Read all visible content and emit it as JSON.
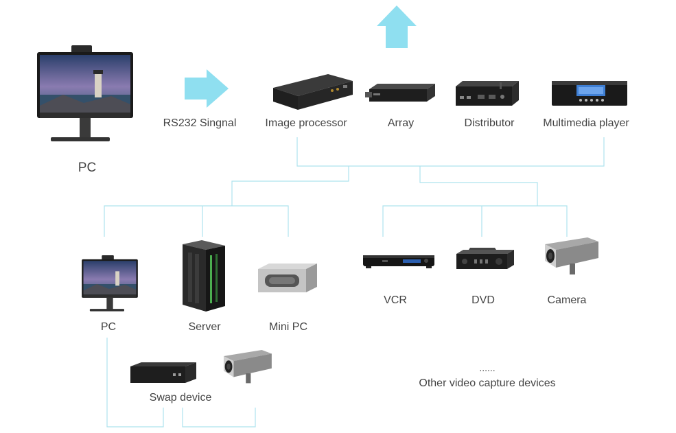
{
  "colors": {
    "line": "#aee3ee",
    "arrow": "#8fdff0",
    "text": "#444444"
  },
  "source": {
    "label": "PC",
    "icon": "monitor-icon"
  },
  "signal": {
    "label": "RS232 Singnal",
    "icon": "arrow-right-icon"
  },
  "upload": {
    "icon": "arrow-up-icon"
  },
  "top_devices": [
    {
      "label": "Image processor",
      "icon": "image-processor-icon"
    },
    {
      "label": "Array",
      "icon": "array-icon"
    },
    {
      "label": "Distributor",
      "icon": "distributor-icon"
    },
    {
      "label": "Multimedia player",
      "icon": "multimedia-player-icon"
    }
  ],
  "computers": [
    {
      "label": "PC",
      "icon": "monitor-icon"
    },
    {
      "label": "Server",
      "icon": "server-icon"
    },
    {
      "label": "Mini PC",
      "icon": "mini-pc-icon"
    }
  ],
  "video_devices": [
    {
      "label": "VCR",
      "icon": "vcr-icon"
    },
    {
      "label": "DVD",
      "icon": "dvd-icon"
    },
    {
      "label": "Camera",
      "icon": "camera-icon"
    }
  ],
  "swap": {
    "label": "Swap device",
    "icon": "swap-device-icon",
    "camera_icon": "camera-icon"
  },
  "other": {
    "ellipsis": "......",
    "label": "Other video capture devices"
  }
}
